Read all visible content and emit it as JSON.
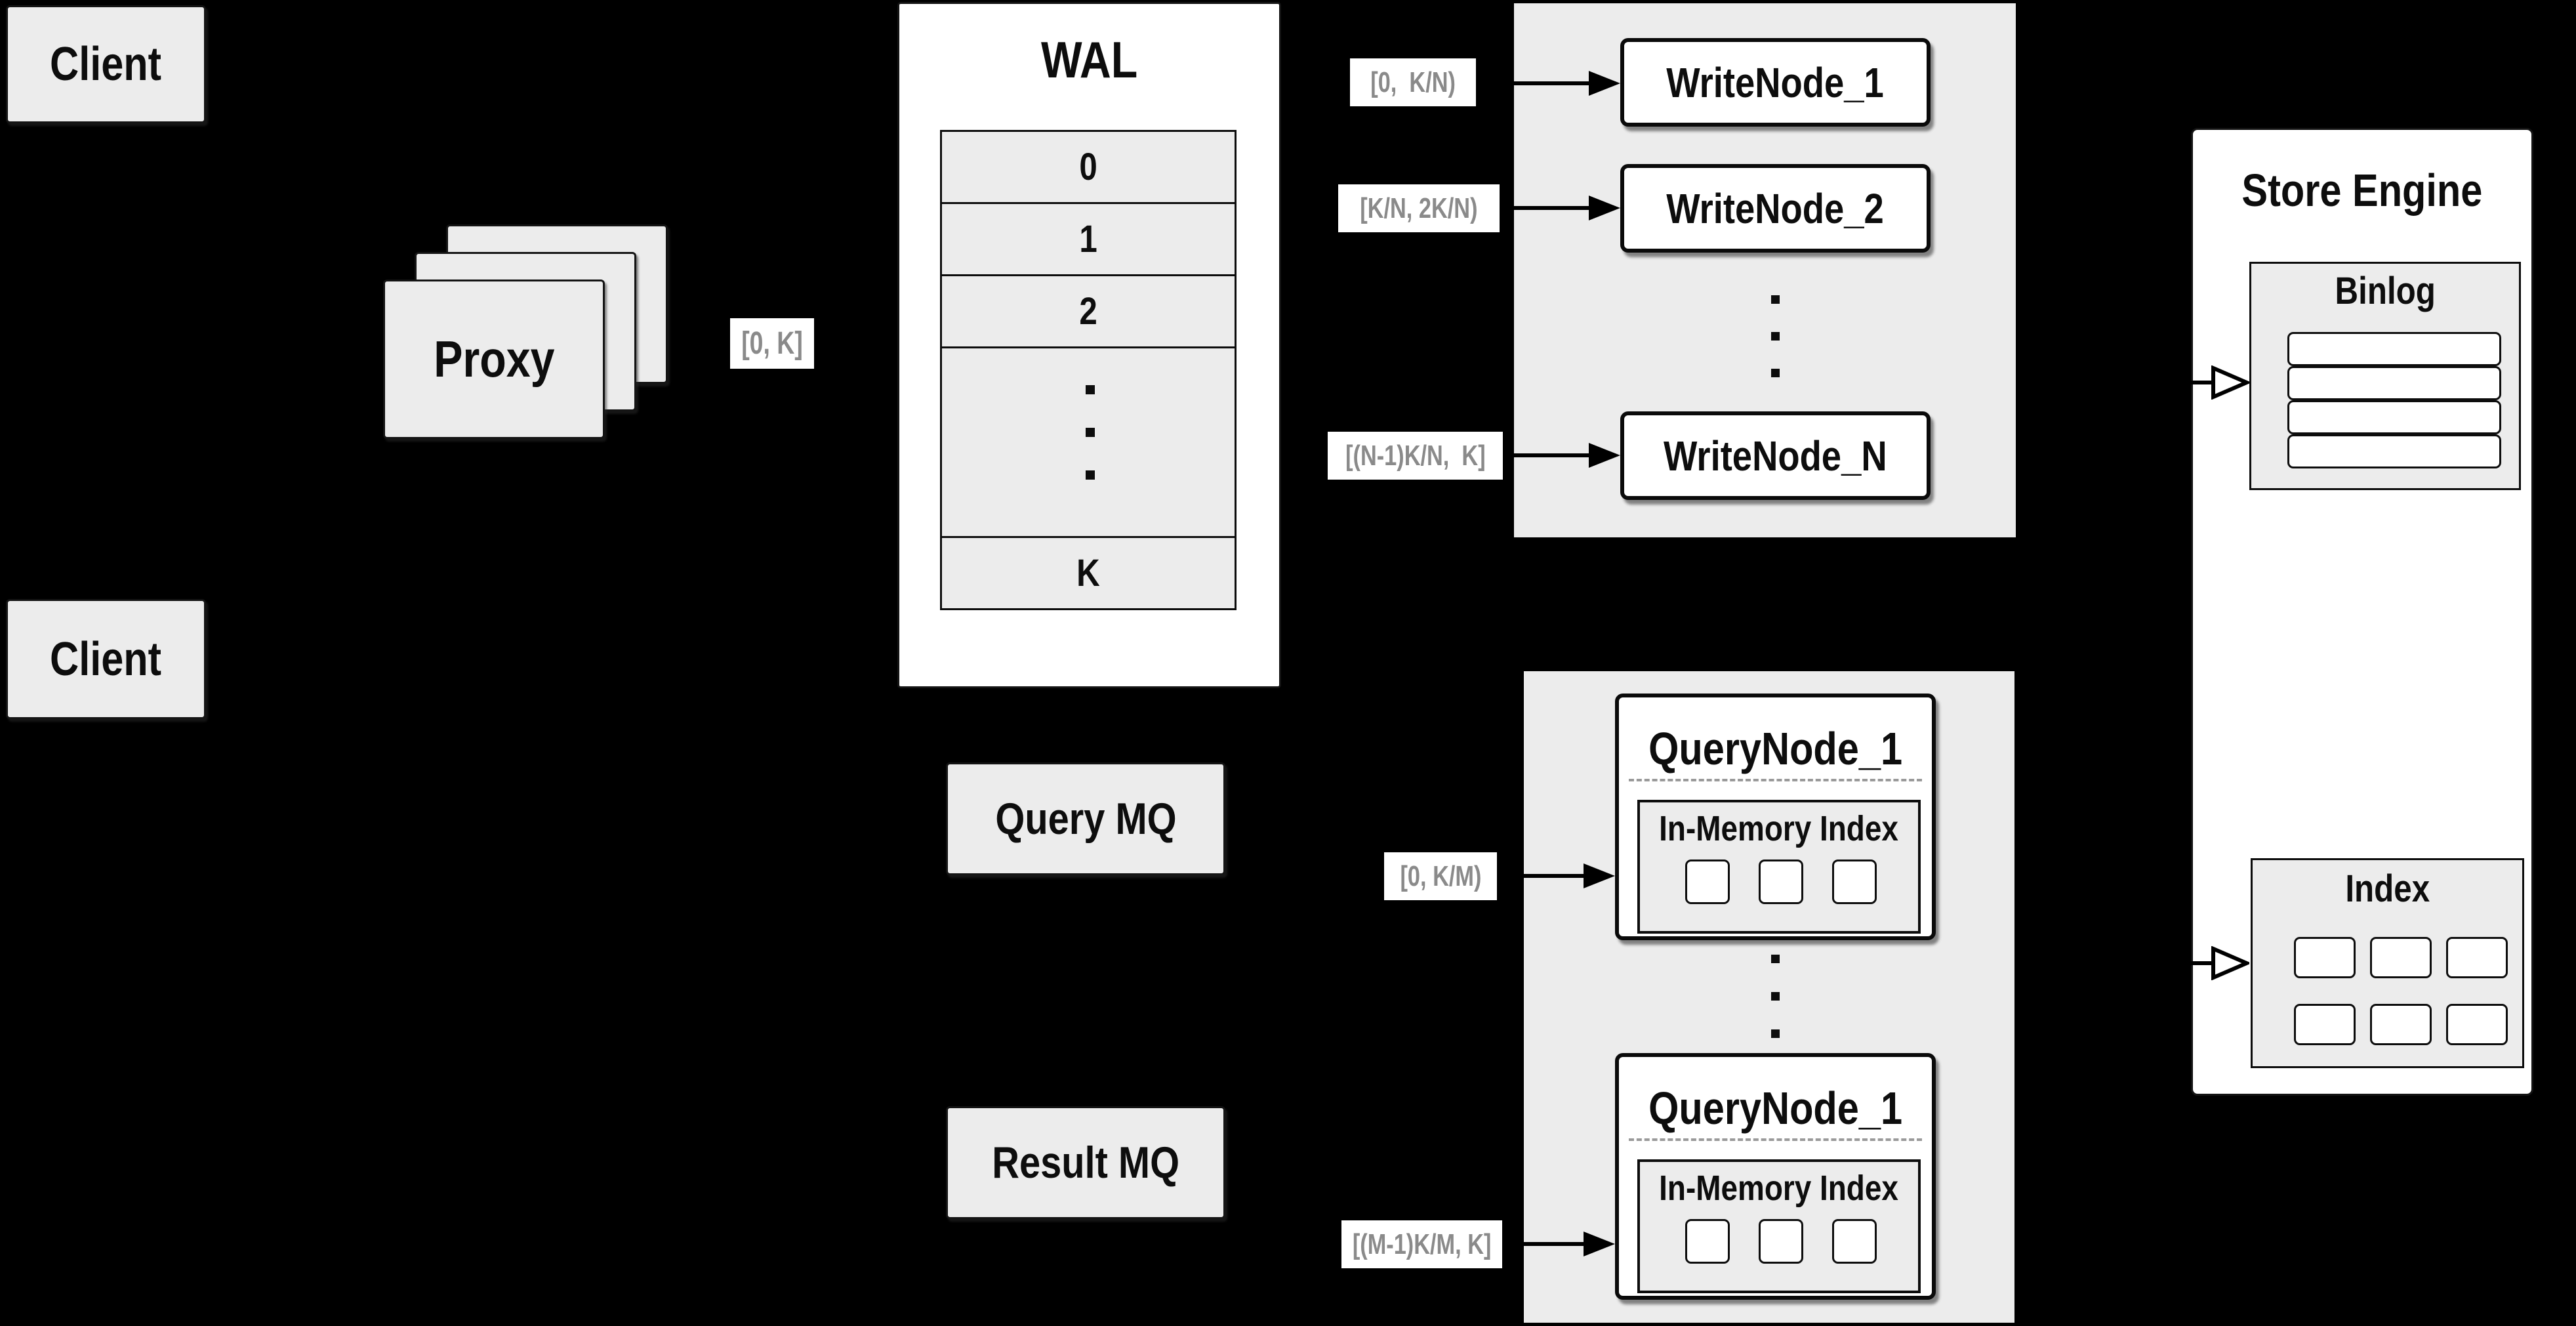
{
  "colors": {
    "background": "#000000",
    "panel_fill": "#ececec",
    "box_fill": "#ececec",
    "node_fill": "#ffffff",
    "border": "#0d0d0d",
    "range_label_text": "#8a8a8a"
  },
  "client_top": {
    "label": "Client"
  },
  "client_bottom": {
    "label": "Client"
  },
  "proxy": {
    "label": "Proxy"
  },
  "wal": {
    "title": "WAL",
    "rows": [
      "0",
      "1",
      "2"
    ],
    "last_row": "K"
  },
  "range_labels": {
    "proxy_to_wal": "[0, K]",
    "write_1": "[0,  K/N)",
    "write_2": "[K/N, 2K/N)",
    "write_n": "[(N-1)K/N,  K]",
    "query_1": "[0, K/M)",
    "query_m": "[(M-1)K/M, K]"
  },
  "write_group": {
    "node_1": "WriteNode_1",
    "node_2": "WriteNode_2",
    "node_n": "WriteNode_N"
  },
  "query_mq": {
    "label": "Query MQ"
  },
  "result_mq": {
    "label": "Result MQ"
  },
  "query_group": {
    "node_top": {
      "title": "QueryNode_1",
      "index_title": "In-Memory Index"
    },
    "node_bottom": {
      "title": "QueryNode_1",
      "index_title": "In-Memory Index"
    }
  },
  "store_engine": {
    "title": "Store Engine",
    "binlog_title": "Binlog",
    "index_title": "Index"
  }
}
